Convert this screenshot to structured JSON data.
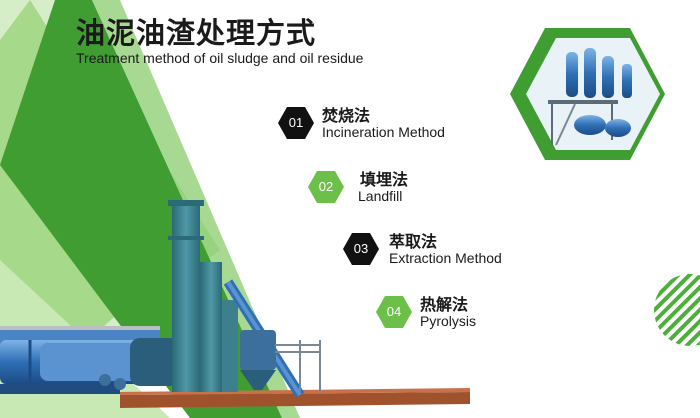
{
  "title_zh": "油泥油渣处理方式",
  "title_en": "Treatment method of oil sludge and oil residue",
  "methods": [
    {
      "num": "01",
      "zh": "焚烧法",
      "en": "Incineration Method",
      "badge": "black"
    },
    {
      "num": "02",
      "zh": "填埋法",
      "en": "Landfill",
      "badge": "green"
    },
    {
      "num": "03",
      "zh": "萃取法",
      "en": "Extraction Method",
      "badge": "black"
    },
    {
      "num": "04",
      "zh": "热解法",
      "en": "Pyrolysis",
      "badge": "green"
    }
  ],
  "colors": {
    "brand_green": "#3f9d32",
    "light_green": "#6cc04a",
    "pale_green": "#bde3a6",
    "badge_black": "#111111",
    "machine_blue": "#2f6fb5",
    "text": "#1a1a1a"
  }
}
